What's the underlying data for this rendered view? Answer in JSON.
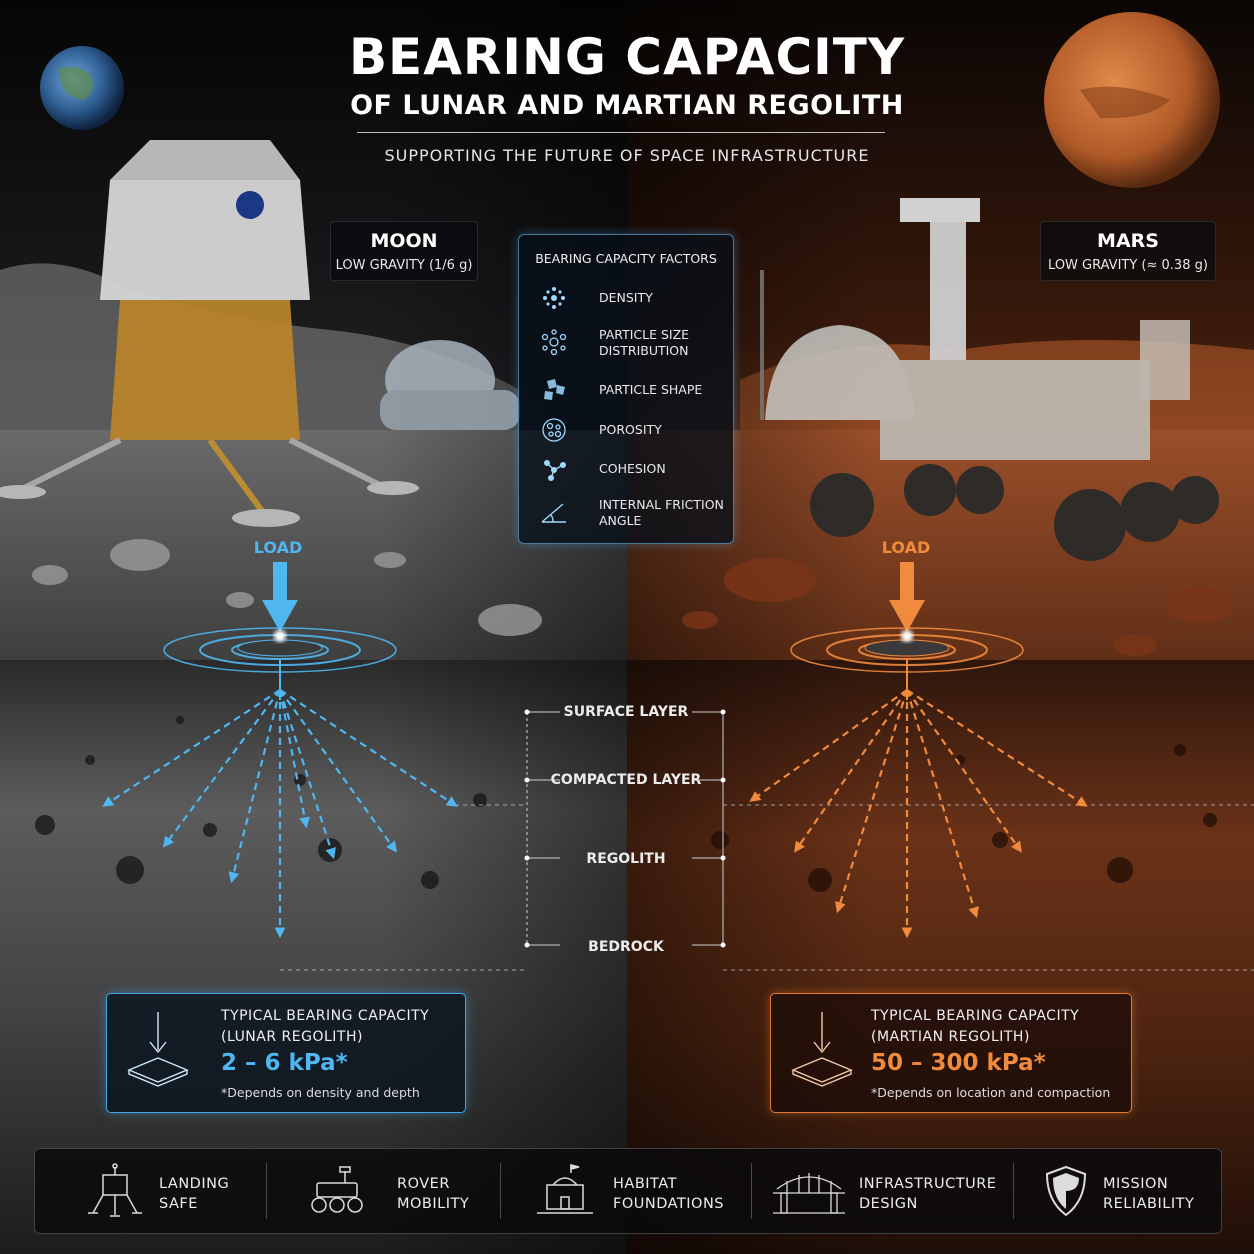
{
  "header": {
    "title_line1": "BEARING CAPACITY",
    "title_line2": "OF LUNAR AND MARTIAN REGOLITH",
    "subtitle": "SUPPORTING THE FUTURE OF SPACE INFRASTRUCTURE"
  },
  "moon": {
    "name": "MOON",
    "gravity": "LOW GRAVITY (1/6 g)",
    "load_label": "LOAD",
    "accent_color": "#4fb6f0",
    "capacity": {
      "title_line1": "TYPICAL BEARING CAPACITY",
      "title_line2": "(LUNAR REGOLITH)",
      "value": "2 – 6 kPa*",
      "note": "*Depends on density and depth"
    }
  },
  "mars": {
    "name": "MARS",
    "gravity": "LOW GRAVITY (≈ 0.38 g)",
    "load_label": "LOAD",
    "accent_color": "#f08a3c",
    "capacity": {
      "title_line1": "TYPICAL BEARING CAPACITY",
      "title_line2": "(MARTIAN REGOLITH)",
      "value": "50 – 300 kPa*",
      "note": "*Depends on location and compaction"
    }
  },
  "factors": {
    "heading": "BEARING CAPACITY FACTORS",
    "items": [
      {
        "label_line1": "DENSITY",
        "label_line2": "",
        "icon": "density-icon"
      },
      {
        "label_line1": "PARTICLE SIZE",
        "label_line2": "DISTRIBUTION",
        "icon": "particle-size-icon"
      },
      {
        "label_line1": "PARTICLE SHAPE",
        "label_line2": "",
        "icon": "particle-shape-icon"
      },
      {
        "label_line1": "POROSITY",
        "label_line2": "",
        "icon": "porosity-icon"
      },
      {
        "label_line1": "COHESION",
        "label_line2": "",
        "icon": "cohesion-icon"
      },
      {
        "label_line1": "INTERNAL FRICTION",
        "label_line2": "ANGLE",
        "icon": "friction-angle-icon"
      }
    ]
  },
  "layers": [
    "SURFACE LAYER",
    "COMPACTED LAYER",
    "REGOLITH",
    "BEDROCK"
  ],
  "benefits": [
    {
      "line1": "LANDING",
      "line2": "SAFE",
      "icon": "lander-icon"
    },
    {
      "line1": "ROVER",
      "line2": "MOBILITY",
      "icon": "rover-icon"
    },
    {
      "line1": "HABITAT",
      "line2": "FOUNDATIONS",
      "icon": "habitat-icon"
    },
    {
      "line1": "INFRASTRUCTURE",
      "line2": "DESIGN",
      "icon": "bridge-icon"
    },
    {
      "line1": "MISSION",
      "line2": "RELIABILITY",
      "icon": "shield-icon"
    }
  ]
}
